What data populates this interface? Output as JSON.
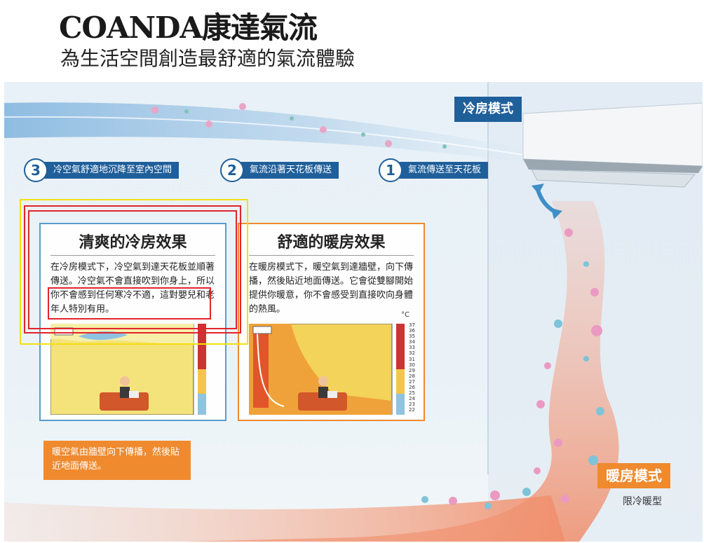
{
  "header": {
    "title": "COANDA康達氣流",
    "subtitle": "為生活空間創造最舒適的氣流體驗"
  },
  "modes": {
    "cool_label": "冷房模式",
    "heat_label": "暖房模式",
    "heat_note": "限冷暖型"
  },
  "steps": [
    {
      "num": "3",
      "text": "冷空氣舒適地沉降至室內空間"
    },
    {
      "num": "2",
      "text": "氣流沿著天花板傳送"
    },
    {
      "num": "1",
      "text": "氣流傳送至天花板"
    }
  ],
  "cards": {
    "cool": {
      "title": "清爽的冷房效果",
      "body": "在冷房模式下，冷空氣到達天花板並順著傳送。冷空氣不會直接吹到你身上，所以你不會感到任何寒冷不適，這對嬰兒和老年人特別有用。"
    },
    "warm": {
      "title": "舒適的暖房效果",
      "body": "在暖房模式下，暖空氣到達牆壁，向下傳播，然後貼近地面傳送。它會從雙腳開始提供你暖意，你不會感受到直接吹向身體的熱風。"
    }
  },
  "heat_tip": "暖空氣由牆壁向下傳播，然後貼近地面傳送。",
  "scale": {
    "unit": "°C",
    "ticks": [
      "37",
      "36",
      "35",
      "34",
      "33",
      "32",
      "31",
      "30",
      "29",
      "28",
      "27",
      "26",
      "25",
      "24",
      "23",
      "22"
    ]
  },
  "colors": {
    "blue": "#1f5f9a",
    "orange": "#ef8a2e",
    "annotation_red": "#e2242b",
    "annotation_yellow": "#f3e010"
  }
}
